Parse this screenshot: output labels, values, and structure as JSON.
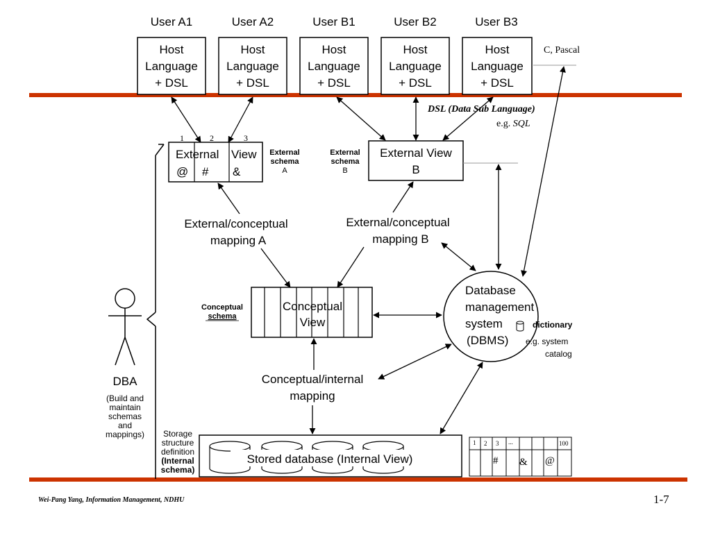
{
  "users": [
    "User A1",
    "User A2",
    "User B1",
    "User B2",
    "User B3"
  ],
  "host_box": [
    "Host",
    "Language",
    "+ DSL"
  ],
  "host_note": "C, Pascal",
  "dsl_note": {
    "title": "DSL (Data Sub Language)",
    "example": "e.g. ",
    "example_sql": "SQL"
  },
  "ext_view_a": {
    "title_1": "External",
    "title_2": "View",
    "sym_1": "@",
    "sym_2": "#",
    "sym_3": "&",
    "numbers": [
      "1",
      "2",
      "3"
    ]
  },
  "ext_schema_a": [
    "External",
    "schema",
    "A"
  ],
  "ext_schema_b": [
    "External",
    "schema",
    "B"
  ],
  "ext_view_b": [
    "External View",
    "B"
  ],
  "mapping_a": [
    "External/conceptual",
    "mapping A"
  ],
  "mapping_b": [
    "External/conceptual",
    "mapping B"
  ],
  "conceptual_schema": [
    "Conceptual",
    "schema"
  ],
  "conceptual_view": [
    "Conceptual",
    "View"
  ],
  "dbms": [
    "Database",
    "management",
    "system",
    "(DBMS)"
  ],
  "dictionary": {
    "label": "dictionary",
    "note_1": "e.g. system",
    "note_2": "catalog"
  },
  "ci_mapping": [
    "Conceptual/internal",
    "mapping"
  ],
  "dba": {
    "label": "DBA",
    "notes": [
      "(Build and",
      "maintain",
      "schemas",
      "and",
      "mappings)"
    ]
  },
  "storage_def": [
    "Storage",
    "structure",
    "definition",
    "(Internal",
    "schema)"
  ],
  "stored_db": "Stored database (Internal View)",
  "storage_table": {
    "header": [
      "1",
      "2",
      "3",
      "...",
      "100"
    ],
    "symbols": [
      "#",
      "&",
      "@"
    ]
  },
  "footer": {
    "author": "Wei-Pang Yang, Information Management, NDHU",
    "page": "1-7"
  },
  "colors": {
    "band": "#cc3300",
    "line": "#000000"
  }
}
